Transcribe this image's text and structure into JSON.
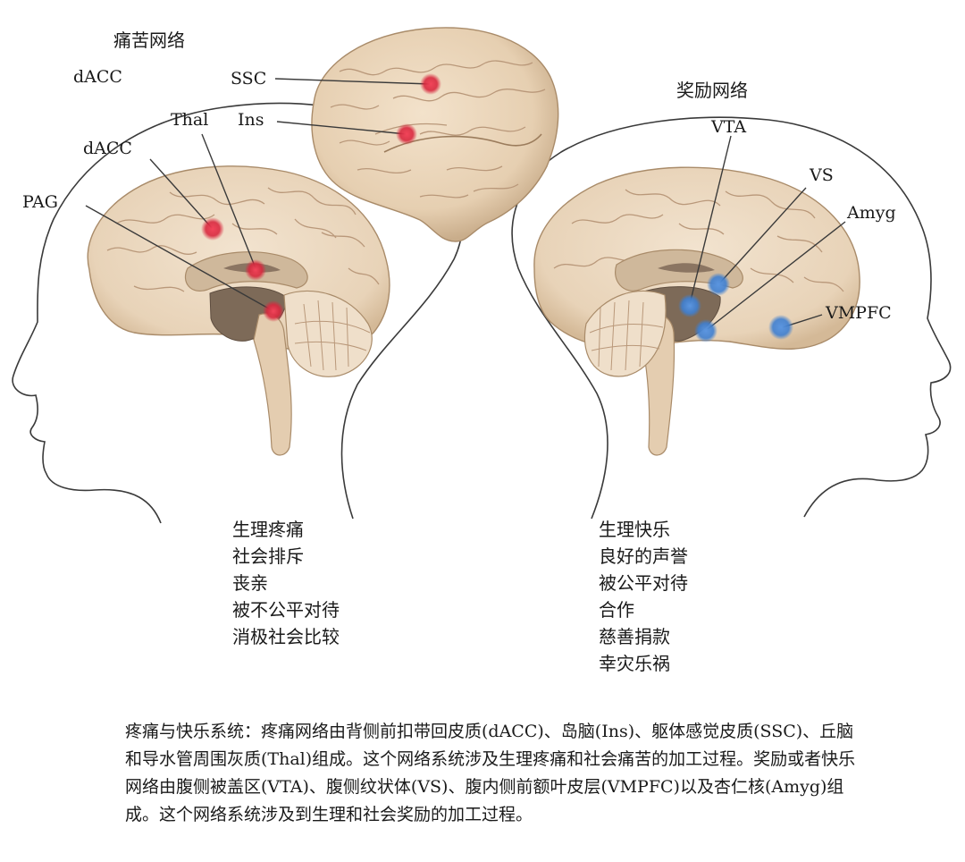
{
  "left_panel": {
    "title": "痛苦网络",
    "labels": {
      "dacc_top": "dACC",
      "ssc": "SSC",
      "ins": "Ins",
      "thal": "Thal",
      "dacc": "dACC",
      "pag": "PAG"
    },
    "list": [
      "生理疼痛",
      "社会排斥",
      "丧亲",
      "被不公平对待",
      "消极社会比较"
    ]
  },
  "right_panel": {
    "title": "奖励网络",
    "labels": {
      "vta": "VTA",
      "vs": "VS",
      "amyg": "Amyg",
      "vmpfc": "VMPFC"
    },
    "list": [
      "生理快乐",
      "良好的声誉",
      "被公平对待",
      "合作",
      "慈善捐款",
      "幸灾乐祸"
    ]
  },
  "caption": "疼痛与快乐系统：疼痛网络由背侧前扣带回皮质(dACC)、岛脑(Ins)、躯体感觉皮质(SSC)、丘脑和导水管周围灰质(Thal)组成。这个网络系统涉及生理疼痛和社会痛苦的加工过程。奖励或者快乐网络由腹侧被盖区(VTA)、腹侧纹状体(VS)、腹内侧前额叶皮层(VMPFC)以及杏仁核(Amyg)组成。这个网络系统涉及到生理和社会奖励的加工过程。",
  "colors": {
    "pain_marker": "#d8283e",
    "reward_marker": "#3f7fd0",
    "brain_tissue": "#ecd9c2",
    "head_outline": "#3a3a3a"
  }
}
